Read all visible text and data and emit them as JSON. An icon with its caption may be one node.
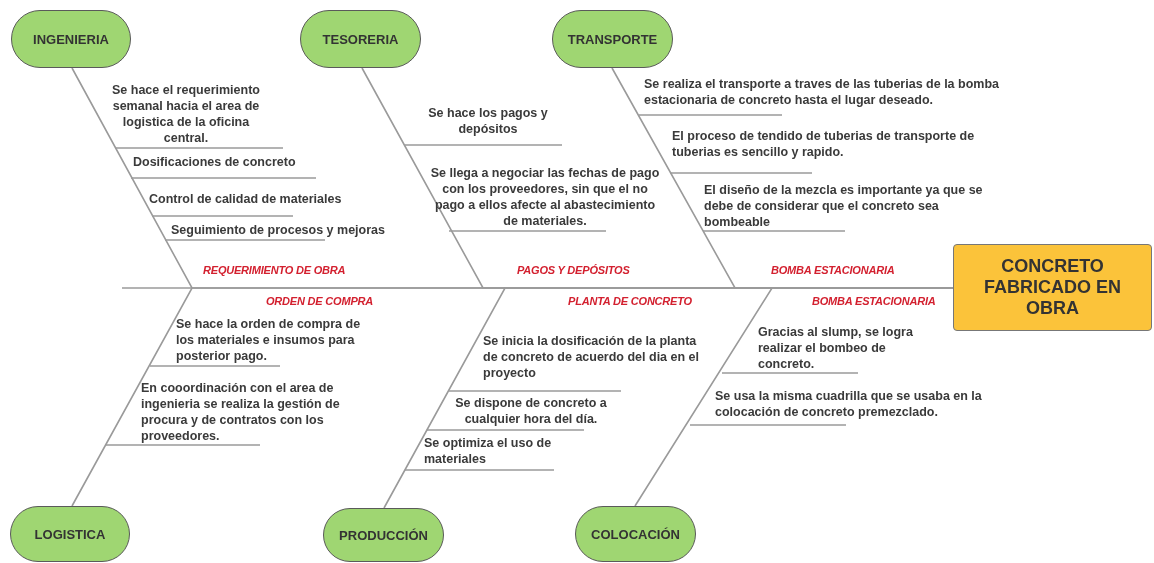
{
  "diagram": {
    "nodes": [
      {
        "text": [
          "INGENIERIA"
        ]
      },
      {
        "text": [
          "TESORERIA"
        ]
      },
      {
        "text": [
          "TRANSPORTE"
        ]
      },
      {
        "text": [
          "LOGISTICA"
        ]
      },
      {
        "text": [
          "PRODUCCIÓN"
        ]
      },
      {
        "text": [
          "COLOCACIÓN"
        ]
      },
      {
        "text": [
          "CONCRETO FABRICADO EN OBRA"
        ]
      }
    ],
    "edges": [
      {
        "from": 0,
        "to": 6,
        "arrow": "none"
      },
      {
        "from": 1,
        "to": 6,
        "arrow": "none"
      },
      {
        "from": 2,
        "to": 6,
        "arrow": "none"
      },
      {
        "from": 3,
        "to": 6,
        "arrow": "none"
      },
      {
        "from": 4,
        "to": 6,
        "arrow": "none"
      },
      {
        "from": 5,
        "to": 6,
        "arrow": "none"
      }
    ],
    "labels": [
      "Se hace el requerimiento semanal hacia el area de logistica de la oficina central.",
      "Dosificaciones de concreto",
      "Control de calidad de materiales",
      "Seguimiento de procesos y mejoras",
      "REQUERIMIENTO DE OBRA",
      "Se hace los pagos y depósitos",
      "Se llega a negociar las fechas de pago con los proveedores, sin que el no pago a ellos afecte al abastecimiento de materiales.",
      "PAGOS Y DEPÓSITOS",
      "Se realiza el transporte a traves de las tuberias de la bomba estacionaria de concreto hasta el lugar deseado.",
      "El proceso de tendido de tuberias de transporte de tuberias es sencillo y rapido.",
      "El diseño de la mezcla es importante ya que se debe de considerar que el concreto sea bombeable",
      "BOMBA ESTACIONARIA",
      "ORDEN DE COMPRA",
      "Se hace la orden de compra de los materiales e insumos para posterior pago.",
      "En cooordinación con el area de ingenieria se realiza la gestión de procura y de contratos con los proveedores.",
      "PLANTA DE CONCRETO",
      "Se inicia la dosificación de la planta de concreto de acuerdo del dia en el proyecto",
      "Se dispone de concreto a cualquier hora del día.",
      "Se optimiza el uso de materiales",
      "BOMBA ESTACIONARIA",
      "Gracias al slump, se logra realizar el bombeo de concreto.",
      "Se usa la misma cuadrilla que se usaba en la colocación de concreto premezclado."
    ]
  }
}
